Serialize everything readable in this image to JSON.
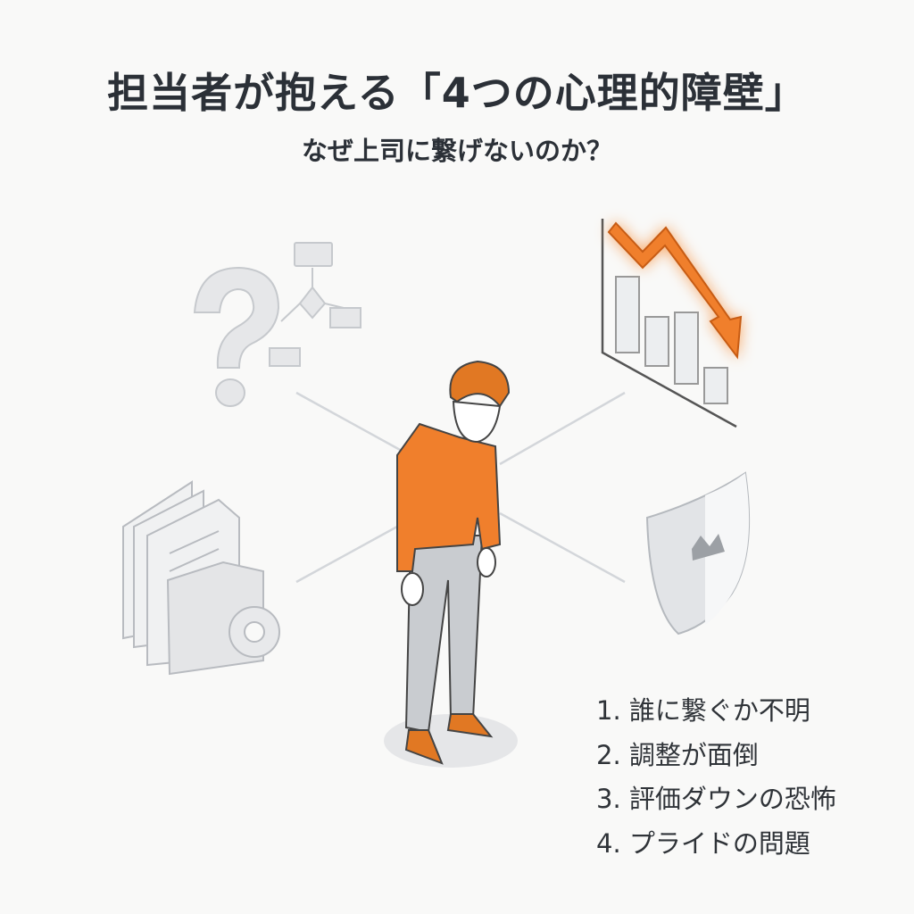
{
  "header": {
    "title": "担当者が抱える「4つの心理的障壁」",
    "subtitle": "なぜ上司に繋げないのか？"
  },
  "barriers": [
    {
      "label": "1. 誰に繋ぐか不明",
      "icon": "question-flowchart-icon"
    },
    {
      "label": "2. 調整が面倒",
      "icon": "documents-gear-icon"
    },
    {
      "label": "3. 評価ダウンの恐怖",
      "icon": "declining-chart-icon"
    },
    {
      "label": "4. プライドの問題",
      "icon": "shield-crown-icon"
    }
  ],
  "colors": {
    "accent": "#f07f2c",
    "gray": "#c9ccd0",
    "text": "#2b3037"
  }
}
